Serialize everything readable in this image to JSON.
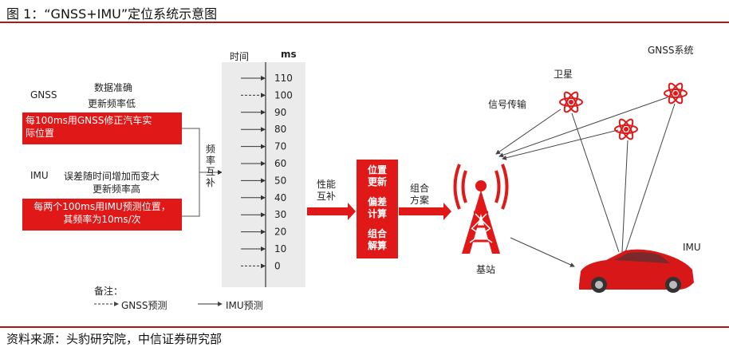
{
  "caption": "图 1：“GNSS+IMU”定位系统示意图",
  "source": "资料来源：头豹研究院，中信证券研究部",
  "left": {
    "gnss_label": "GNSS",
    "gnss_desc1": "数据准确",
    "gnss_desc2": "更新频率低",
    "gnss_box": [
      "每100ms用GNSS修正汽车实",
      "际位置"
    ],
    "imu_label": "IMU",
    "imu_desc1": "误差随时间增加而变大",
    "imu_desc2": "更新频率高",
    "imu_box": [
      "每两个100ms用IMU预测位置，",
      "其频率为10ms/次"
    ],
    "merge_label": [
      "频",
      "率",
      "互",
      "补"
    ]
  },
  "ruler": {
    "header_time": "时间",
    "header_unit": "ms",
    "ticks": [
      {
        "label": "110",
        "type": "solid"
      },
      {
        "label": "100",
        "type": "dashed"
      },
      {
        "label": "90",
        "type": "solid"
      },
      {
        "label": "80",
        "type": "solid"
      },
      {
        "label": "70",
        "type": "solid"
      },
      {
        "label": "60",
        "type": "solid"
      },
      {
        "label": "50",
        "type": "solid"
      },
      {
        "label": "40",
        "type": "solid"
      },
      {
        "label": "30",
        "type": "solid"
      },
      {
        "label": "20",
        "type": "solid"
      },
      {
        "label": "10",
        "type": "solid"
      },
      {
        "label": "0",
        "type": "dashed"
      }
    ]
  },
  "middle": {
    "arrow1_label": [
      "性能",
      "互补"
    ],
    "box_items": [
      [
        "位置",
        "更新"
      ],
      [
        "偏差",
        "计算"
      ],
      [
        "组合",
        "解算"
      ]
    ],
    "arrow2_label": [
      "组合",
      "方案"
    ]
  },
  "right": {
    "signal_label": "信号传输",
    "tower_label": "基站",
    "satellite_label": "卫星",
    "system_label": "GNSS系统",
    "car_label": "IMU"
  },
  "legend": {
    "title": "备注：",
    "dashed_label": "GNSS预测",
    "solid_label": "IMU预测"
  },
  "colors": {
    "accent": "#e01818",
    "rule": "#b01818",
    "panel": "#ebebeb"
  }
}
